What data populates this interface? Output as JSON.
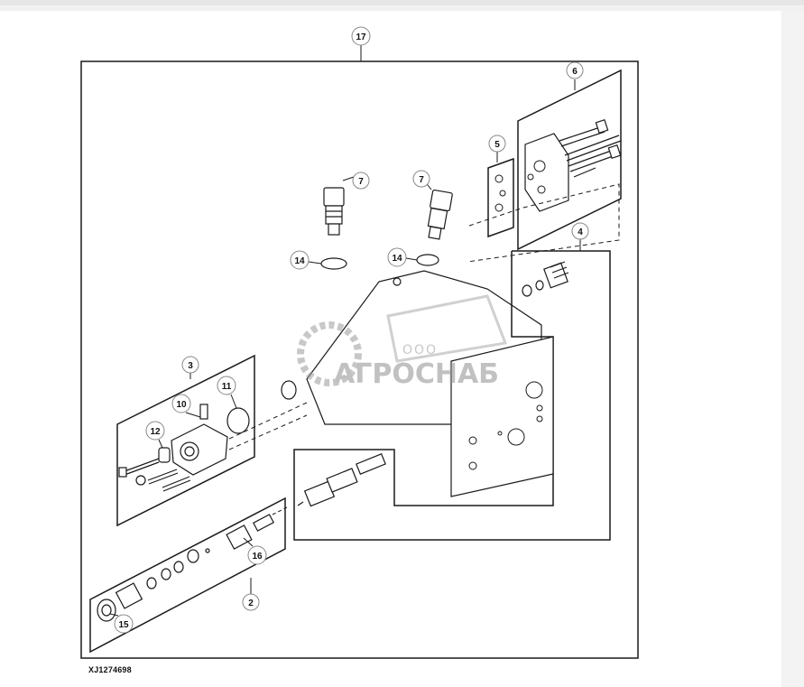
{
  "figure": {
    "id_label": "XJ1274698",
    "callouts": [
      "17",
      "6",
      "5",
      "7",
      "7",
      "14",
      "14",
      "4",
      "3",
      "10",
      "11",
      "12",
      "2",
      "16",
      "15"
    ]
  },
  "watermark": {
    "prefix": "ООО",
    "name": "АГРОСНАБ"
  },
  "colors": {
    "line": "#1a1a1a",
    "watermark": "#9a9a9a"
  }
}
